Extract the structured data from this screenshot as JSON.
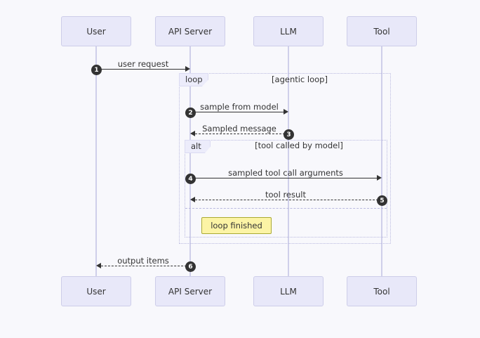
{
  "diagram_type": "sequence-diagram",
  "participants": [
    {
      "name": "User"
    },
    {
      "name": "API Server"
    },
    {
      "name": "LLM"
    },
    {
      "name": "Tool"
    }
  ],
  "frames": {
    "loop": {
      "operator": "loop",
      "condition": "[agentic loop]"
    },
    "alt": {
      "operator": "alt",
      "condition": "[tool called by model]"
    }
  },
  "note": {
    "text": "loop finished"
  },
  "messages": [
    {
      "seq": "1",
      "label": "user request",
      "from": "User",
      "to": "API Server",
      "line": "solid"
    },
    {
      "seq": "2",
      "label": "sample from model",
      "from": "API Server",
      "to": "LLM",
      "line": "solid"
    },
    {
      "seq": "3",
      "label": "Sampled message",
      "from": "LLM",
      "to": "API Server",
      "line": "dashed"
    },
    {
      "seq": "4",
      "label": "sampled tool call arguments",
      "from": "API Server",
      "to": "Tool",
      "line": "solid"
    },
    {
      "seq": "5",
      "label": "tool result",
      "from": "Tool",
      "to": "API Server",
      "line": "dashed"
    },
    {
      "seq": "6",
      "label": "output items",
      "from": "API Server",
      "to": "User",
      "line": "dashed"
    }
  ],
  "colors": {
    "background": "#F8F8FC",
    "participant_fill": "#E8E8F9",
    "participant_border": "#CDCDE9",
    "lifeline": "#CFCFEA",
    "frame_border": "#B9B9DF",
    "operator_tab_fill": "#ECECFB",
    "arrow": "#333333",
    "seq_badge_fill": "#333333",
    "note_fill": "#FCF4A5",
    "note_border": "#AAAA33",
    "text": "#333333"
  }
}
